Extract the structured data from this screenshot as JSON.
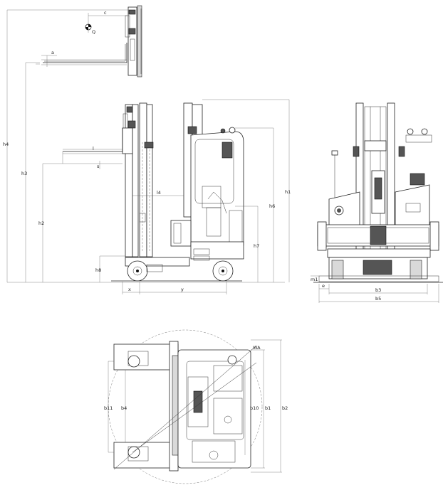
{
  "labels": {
    "h4": "h4",
    "h3": "h3",
    "h2": "h2",
    "h8": "h8",
    "x": "x",
    "y": "y",
    "l": "l",
    "l4": "l4",
    "s": "s",
    "c": "c",
    "q": "Q",
    "a": "a",
    "h1": "h1",
    "h6": "h6",
    "h7": "h7",
    "m1": "m1",
    "e": "e",
    "b3": "b3",
    "b5": "b5",
    "wa": "WA",
    "b11": "b11",
    "b4": "b4",
    "b10": "b10",
    "b1": "b1",
    "b2": "b2"
  },
  "colors": {
    "line": "#222222",
    "fill_light": "#d9d9d9",
    "fill_dark": "#555555"
  }
}
